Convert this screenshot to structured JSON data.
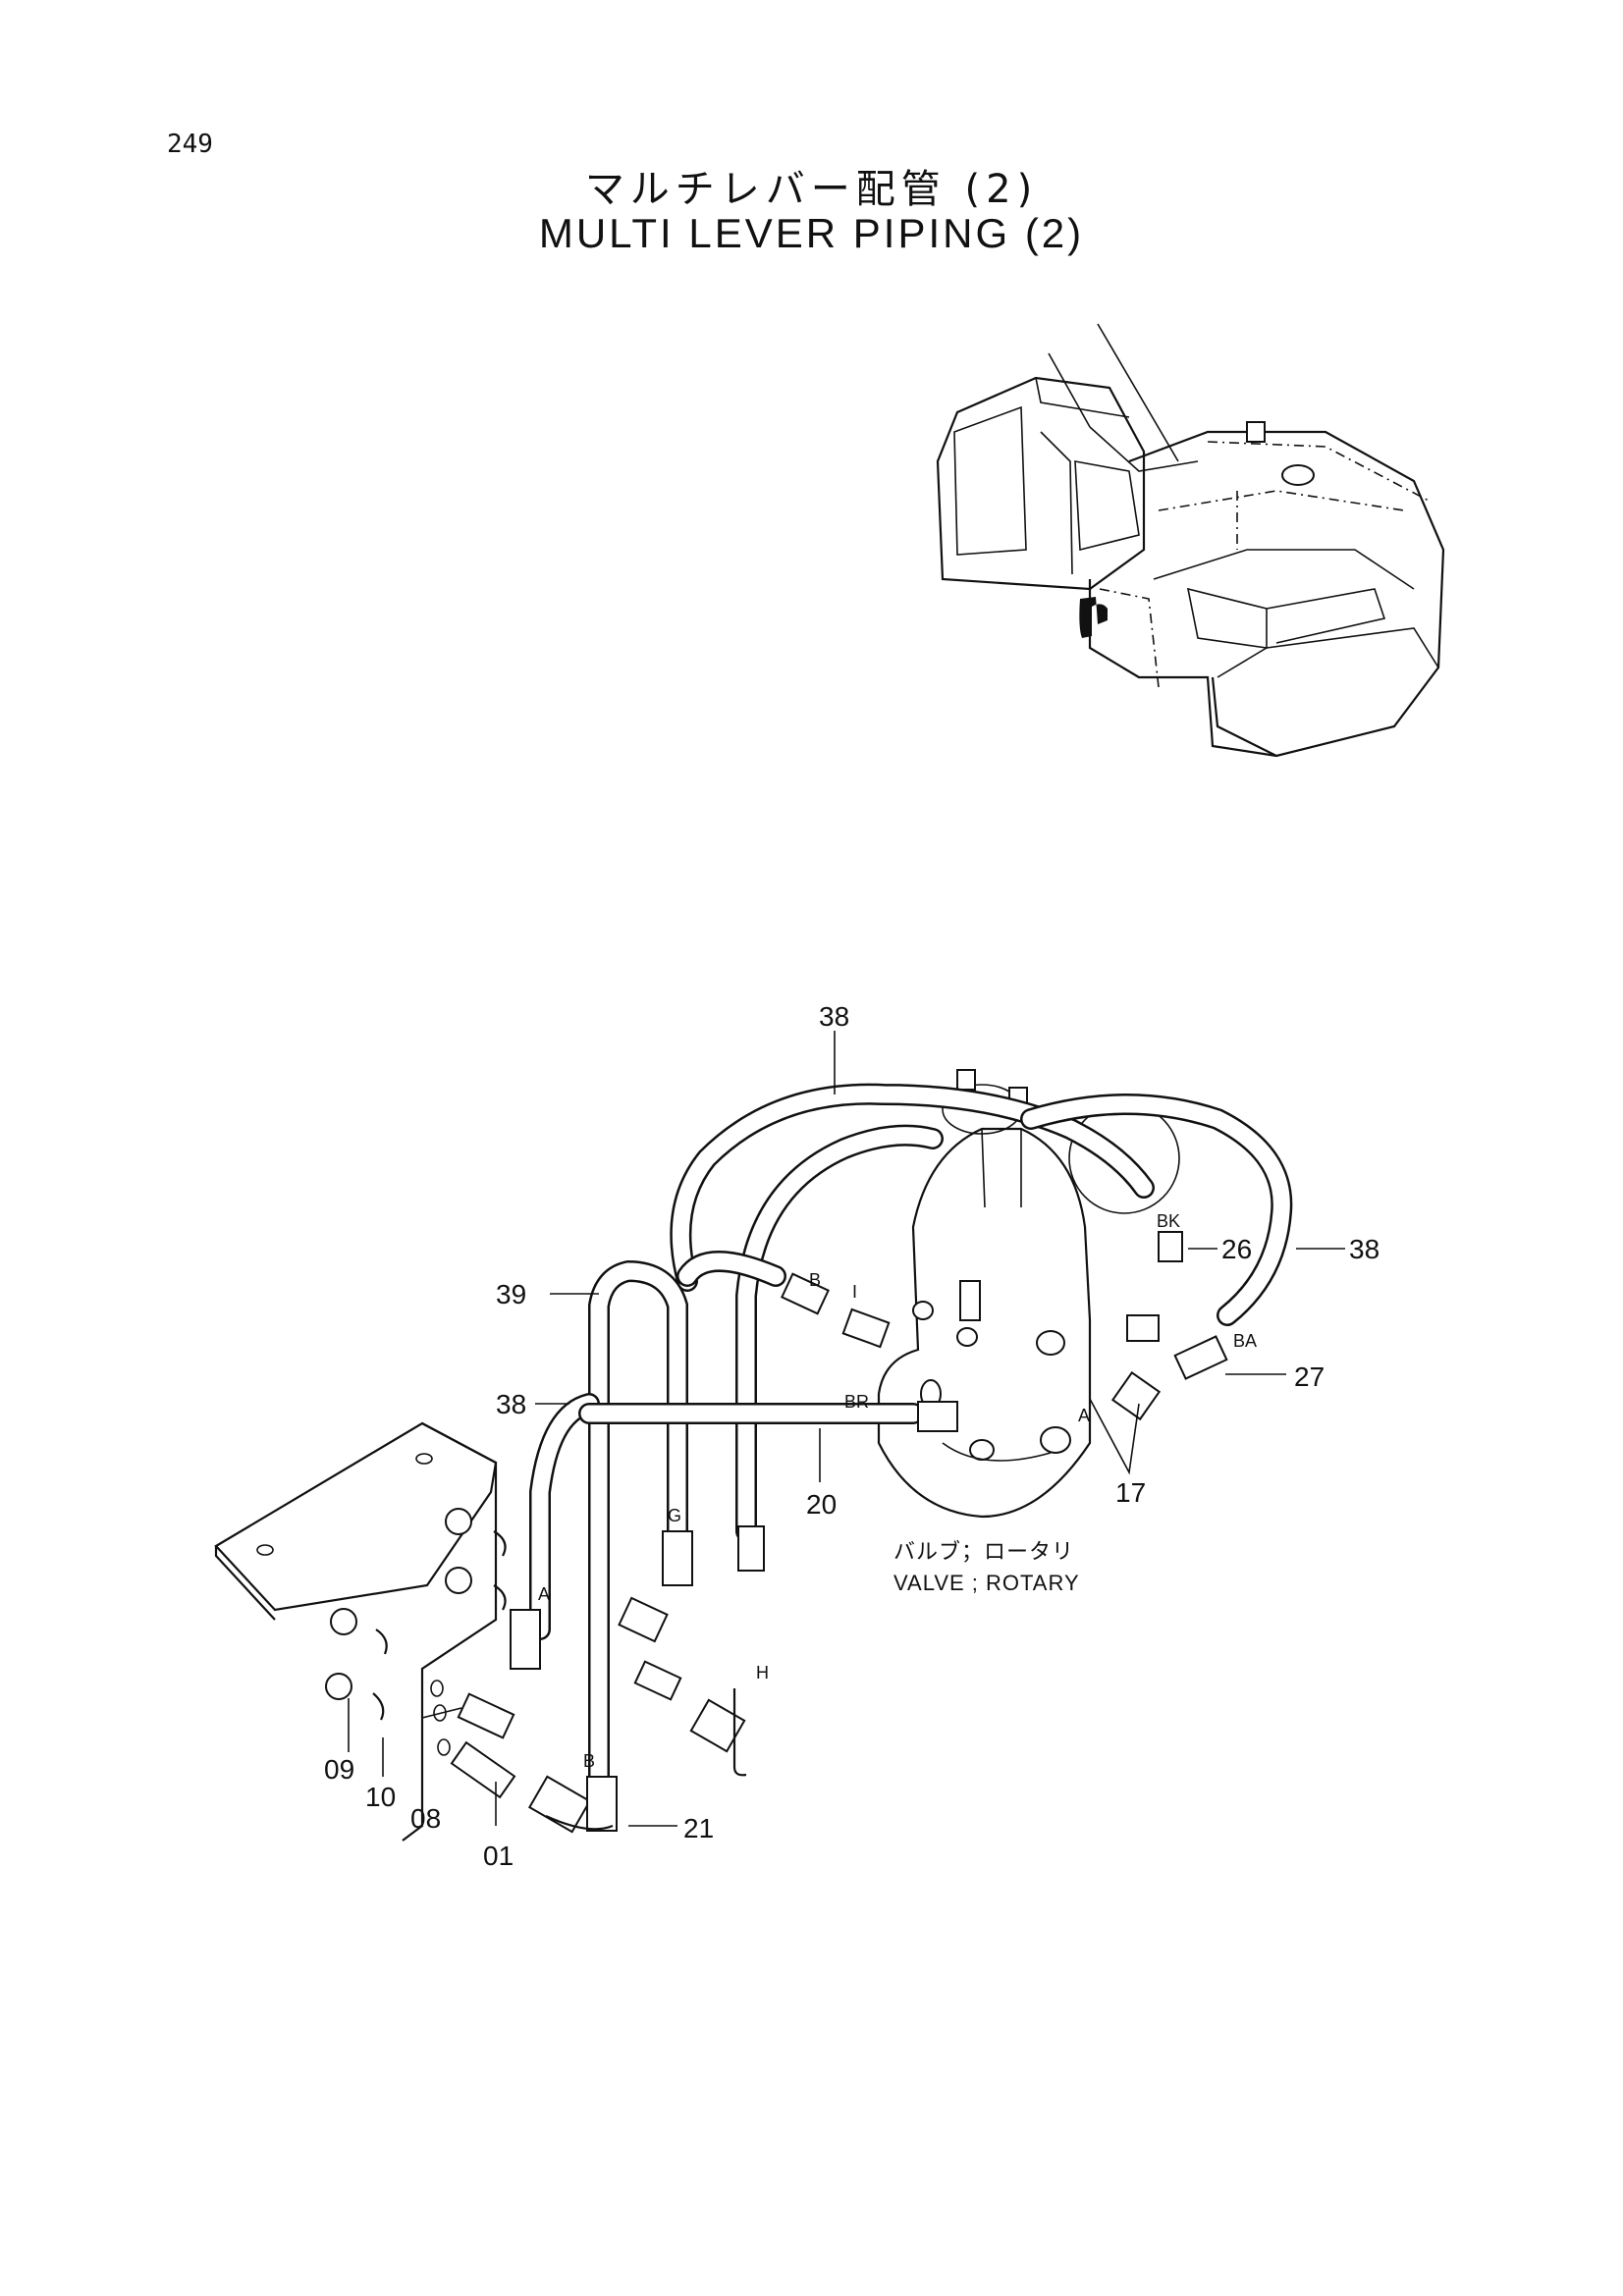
{
  "page_number": "249",
  "title_jp": "マルチレバー配管 (2)",
  "title_en": "MULTI LEVER PIPING (2)",
  "callouts": {
    "c38_top": "38",
    "c38_right": "38",
    "c38_left": "38",
    "c39": "39",
    "c26": "26",
    "c27": "27",
    "c20": "20",
    "c17": "17",
    "c21": "21",
    "c09": "09",
    "c10": "10",
    "c08": "08",
    "c01": "01"
  },
  "port_labels": {
    "B_top": "B",
    "BK": "BK",
    "BA": "BA",
    "BR": "BR",
    "A_right": "A",
    "I": "I",
    "G": "G",
    "A_left": "A",
    "H": "H",
    "B_bottom": "B"
  },
  "valve_label_jp": "バルブ；ロータリ",
  "valve_label_en": "VALVE ; ROTARY"
}
